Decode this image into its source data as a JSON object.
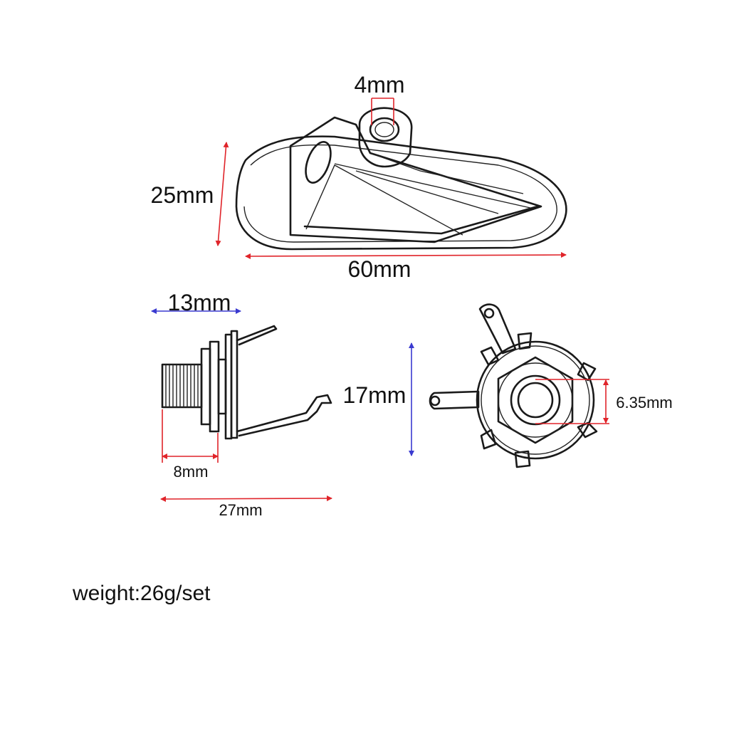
{
  "colors": {
    "dimension_red": "#e0242a",
    "dimension_blue": "#3a3ad0",
    "line_art": "#1a1a1a",
    "background": "#ffffff"
  },
  "plate": {
    "hole_label": "4mm",
    "height_label": "25mm",
    "width_label": "60mm"
  },
  "jack_side": {
    "thread_label": "13mm",
    "height_label": "17mm",
    "shaft_label": "8mm",
    "length_label": "27mm"
  },
  "jack_front": {
    "bore_label": "6.35mm"
  },
  "weight_text": "weight:26g/set"
}
